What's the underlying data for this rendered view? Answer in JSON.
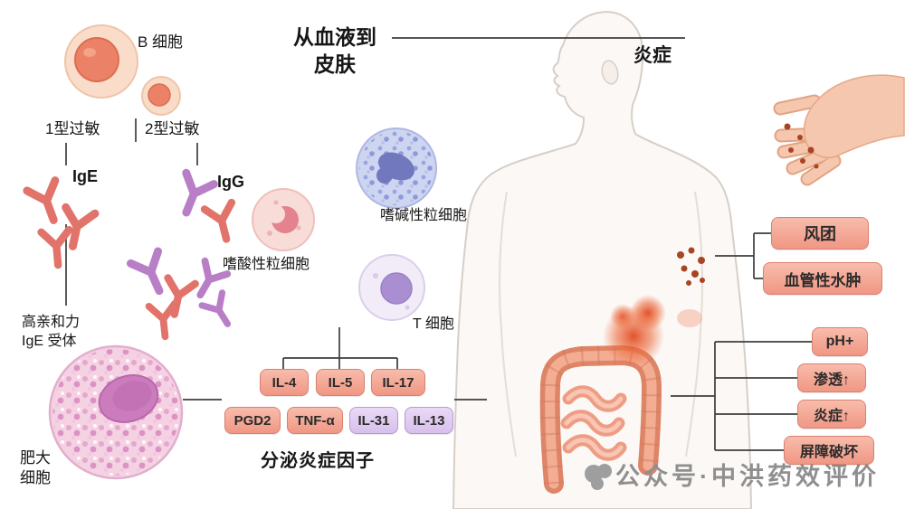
{
  "labels": {
    "title": "从血液到\n皮肤",
    "inflammation": "炎症",
    "b_cell": "B 细胞",
    "type1": "1型过敏",
    "type2": "2型过敏",
    "ige": "IgE",
    "igg": "IgG",
    "eosinophil": "嗜酸性粒细胞",
    "basophil": "嗜碱性粒细胞",
    "t_cell": "T 细胞",
    "receptor": "高亲和力\nIgE 受体",
    "mast_cell": "肥大\n细胞",
    "secretion": "分泌炎症因子"
  },
  "cytokines": {
    "row1": [
      "IL-4",
      "IL-5",
      "IL-17"
    ],
    "row2": [
      "PGD2",
      "TNF-α",
      "IL-31",
      "IL-13"
    ]
  },
  "skin_effects": [
    "风团",
    "血管性水肿"
  ],
  "gut_effects": [
    "pH+",
    "渗透↑",
    "炎症↑",
    "屏障破坏"
  ],
  "watermark": "公众号·中洪药效评价",
  "colors": {
    "pink_box": "#f3a796",
    "purple_box": "#dcc6ee",
    "mast_cell_pink": "#f5d2e3",
    "basophil_blue": "#cdd5f0",
    "inflammation_red": "#e14a22",
    "antibody_pink": "#e1736a",
    "antibody_purple": "#b87fc6"
  }
}
